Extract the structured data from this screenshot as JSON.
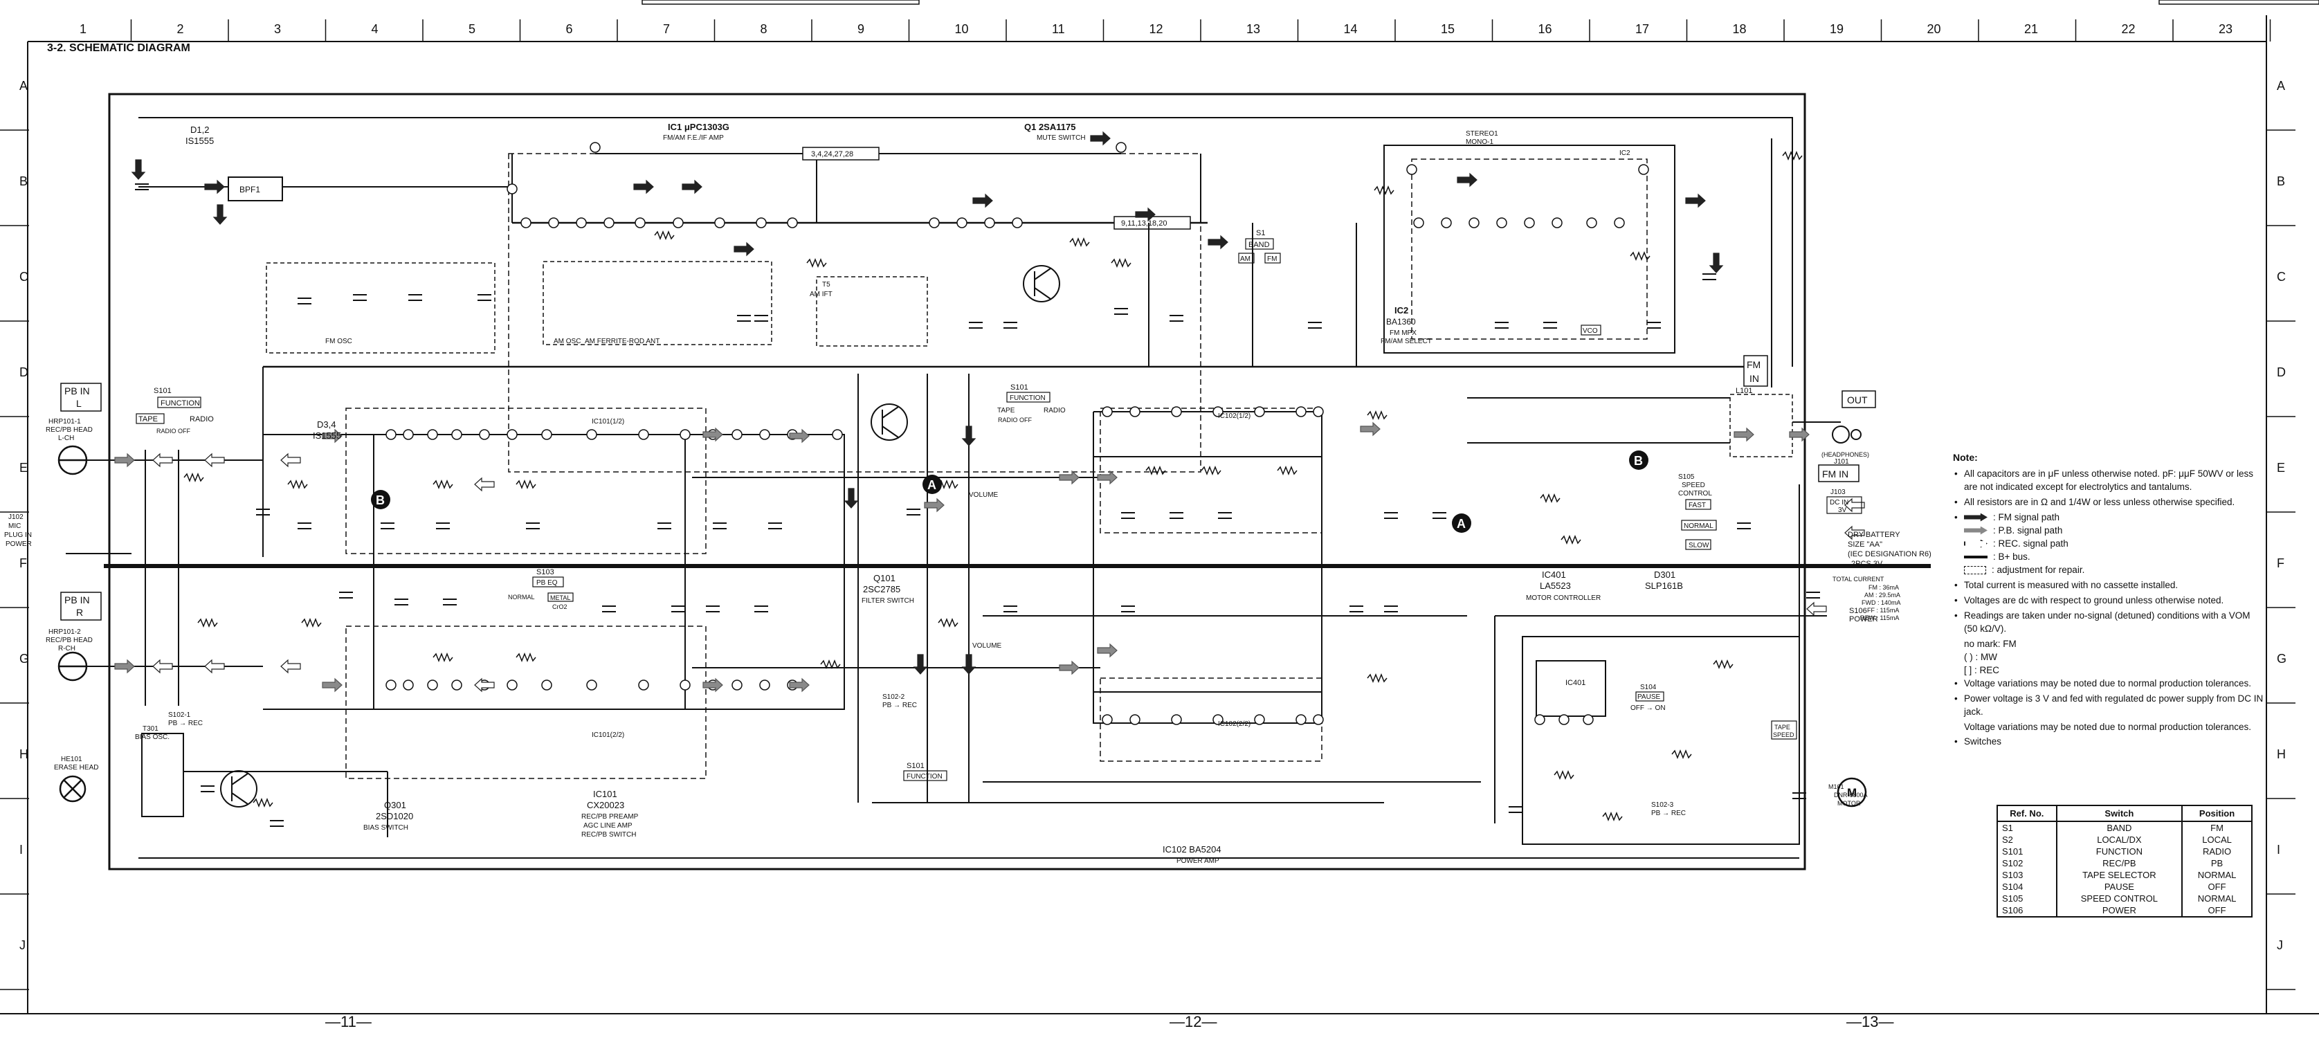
{
  "header": {
    "section_title": "3-2. SCHEMATIC DIAGRAM",
    "column_numbers": [
      "1",
      "2",
      "3",
      "4",
      "5",
      "6",
      "7",
      "8",
      "9",
      "10",
      "11",
      "12",
      "13",
      "14",
      "15",
      "16",
      "17",
      "18",
      "19",
      "20",
      "21",
      "22",
      "23"
    ],
    "row_letters": [
      "A",
      "B",
      "C",
      "D",
      "E",
      "F",
      "G",
      "H",
      "I",
      "J"
    ]
  },
  "page_numbers": [
    "—11—",
    "—12—",
    "—13—"
  ],
  "components": {
    "ic1": [
      "IC1 μPC1303G",
      "FM/AM F.E./IF AMP"
    ],
    "q1": [
      "Q1 2SA1175",
      "MUTE SWITCH"
    ],
    "ic2": [
      "IC2",
      "BA1360",
      "FM MPX",
      "FM/AM SELECT"
    ],
    "ic101": [
      "IC101",
      "CX20023",
      "REC/PB PREAMP",
      "AGC LINE AMP",
      "REC/PB SWITCH"
    ],
    "ic102": [
      "IC102 BA5204",
      "POWER AMP"
    ],
    "q101": [
      "Q101",
      "2SC2785",
      "FILTER SWITCH"
    ],
    "q301": [
      "Q301",
      "2SD1020",
      "BIAS SWITCH"
    ],
    "ic401": [
      "IC401",
      "LA5523",
      "MOTOR CONTROLLER"
    ],
    "d301": [
      "D301",
      "SLP161B"
    ],
    "d12": [
      "D1,2",
      "IS1555"
    ],
    "d34": [
      "D3,4",
      "IS1555"
    ],
    "motor": [
      "M101",
      "DNR-6800A",
      "MOTOR"
    ],
    "battery": [
      "DRY BATTERY",
      "SIZE \"AA\"",
      "(IEC DESIGNATION R6)",
      "2PCS.3V"
    ],
    "total_current": [
      "TOTAL CURRENT",
      "FM : 36mA",
      "AM : 29.5mA",
      "FWD : 140mA",
      "FF : 115mA",
      "REW : 115mA"
    ]
  },
  "labels": {
    "pb_in_l": [
      "PB IN",
      "L"
    ],
    "pb_in_r": [
      "PB IN",
      "R"
    ],
    "head_l": [
      "HRP101-1",
      "REC/PB HEAD",
      "L-CH"
    ],
    "head_r": [
      "HRP101-2",
      "REC/PB HEAD",
      "R-CH"
    ],
    "mic": [
      "J102",
      "MIC",
      "PLUG IN",
      "POWER"
    ],
    "erase": [
      "HE101",
      "ERASE HEAD"
    ],
    "fm_in_top": [
      "FM",
      "IN"
    ],
    "fm_in_right": "FM IN",
    "out": "OUT",
    "j101": [
      "J101",
      "(HEADPHONES)"
    ],
    "j103": [
      "J103",
      "DC IN",
      "3V"
    ],
    "l101": "L101",
    "bpf1": "BPF1",
    "fm_osc": "FM OSC",
    "am_osc": "AM OSC",
    "am_ferrite": "AM FERRITE-ROD ANT",
    "t5": [
      "T5",
      "AM IFT"
    ],
    "s101_function": [
      "S101",
      "FUNCTION"
    ],
    "tape_radio": [
      "TAPE",
      "RADIO",
      "RADIO OFF"
    ],
    "s103": [
      "S103",
      "PB EQ",
      "NORMAL",
      "METAL",
      "CrO2"
    ],
    "s1": [
      "S1",
      "BAND",
      "AM",
      "FM"
    ],
    "s105": [
      "S105",
      "SPEED",
      "CONTROL",
      "FAST",
      "NORMAL",
      "SLOW"
    ],
    "s104": [
      "S104",
      "PAUSE",
      "OFF → ON"
    ],
    "s106": [
      "S106",
      "POWER"
    ],
    "t301": [
      "T301",
      "BIAS OSC."
    ],
    "stereo_mono": [
      "STEREO1",
      "MONO-1"
    ],
    "vco": "VCO",
    "volume": "VOLUME",
    "ic101_halves": [
      "IC101(1/2)",
      "IC101(2/2)"
    ],
    "ic102_halves": [
      "IC102(1/2)",
      "IC102(2/2)"
    ],
    "s102_1": [
      "S102-1",
      "PB → REC"
    ],
    "s102_2": [
      "S102-2",
      "PB → REC"
    ],
    "s102_3": [
      "S102-3",
      "PB → REC"
    ],
    "pin_group_1": "3,4,24,27,28",
    "pin_group_2": "9,11,13,18,20",
    "tape_speed": [
      "TAPE",
      "SPEED"
    ],
    "pause": "PAUSE",
    "circle_a": "A",
    "circle_b": "B"
  },
  "notes": {
    "title": "Note:",
    "items": [
      "All capacitors are in μF unless otherwise noted. pF: μμF 50WV or less are not indicated except for electrolytics and tantalums.",
      "All resistors are in Ω and 1/4W or less unless otherwise specified."
    ],
    "legend": [
      {
        "kind": "solid",
        "text": ": FM signal path"
      },
      {
        "kind": "grey",
        "text": ": P.B. signal path"
      },
      {
        "kind": "hollow",
        "text": ": REC. signal path"
      },
      {
        "kind": "bbus",
        "text": ": B+ bus."
      },
      {
        "kind": "adj",
        "text": ": adjustment for repair."
      }
    ],
    "items2": [
      "Total current is measured with no cassette installed.",
      "Voltages are dc with respect to ground unless otherwise noted.",
      "Readings are taken under no-signal (detuned) conditions with a VOM (50 kΩ/V)."
    ],
    "reading_keys": [
      "no mark: FM",
      "(   ) : MW",
      "[   ] : REC"
    ],
    "items3": [
      "Voltage variations may be noted due to normal production tolerances.",
      "Power voltage is 3 V and fed with regulated dc power supply from DC IN jack."
    ],
    "plain_after": "Voltage variations may be noted due to normal production tolerances.",
    "switches_label": "Switches"
  },
  "switch_table": {
    "headers": [
      "Ref. No.",
      "Switch",
      "Position"
    ],
    "rows": [
      [
        "S1",
        "BAND",
        "FM"
      ],
      [
        "S2",
        "LOCAL/DX",
        "LOCAL"
      ],
      [
        "S101",
        "FUNCTION",
        "RADIO"
      ],
      [
        "S102",
        "REC/PB",
        "PB"
      ],
      [
        "S103",
        "TAPE SELECTOR",
        "NORMAL"
      ],
      [
        "S104",
        "PAUSE",
        "OFF"
      ],
      [
        "S105",
        "SPEED CONTROL",
        "NORMAL"
      ],
      [
        "S106",
        "POWER",
        "OFF"
      ]
    ]
  }
}
